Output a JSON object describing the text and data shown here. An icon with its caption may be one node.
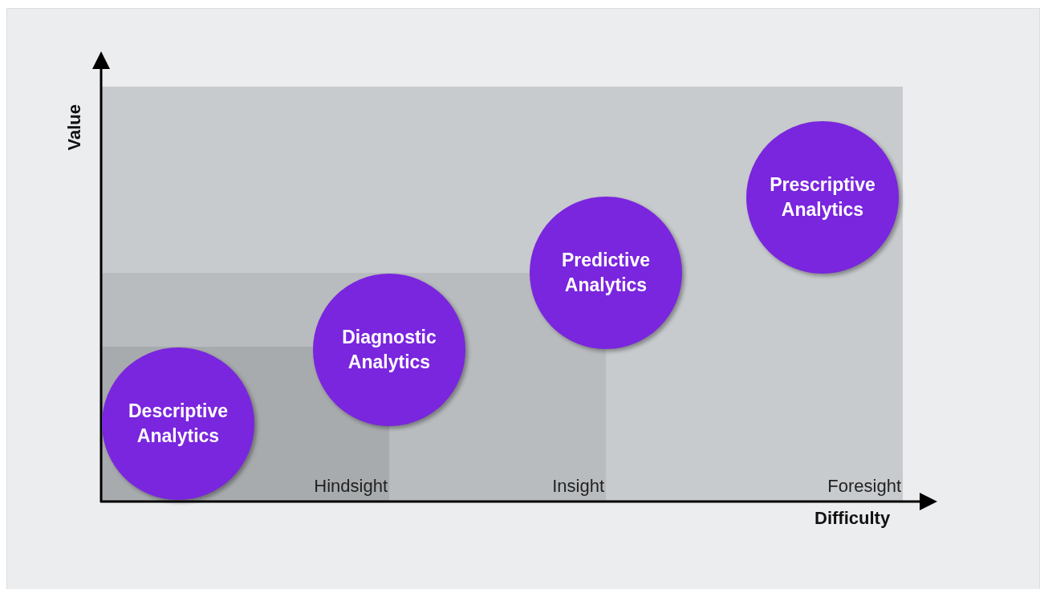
{
  "diagram": {
    "nodes": [
      {
        "text": [
          "Foresight"
        ]
      },
      {
        "text": [
          "Insight"
        ],
        "in": 0
      },
      {
        "text": [
          "Hindsight"
        ],
        "in": 1
      },
      {
        "text": [
          "Descriptive Analytics"
        ],
        "in": 2
      },
      {
        "text": [
          "Diagnostic Analytics"
        ],
        "in": 1
      },
      {
        "text": [
          "Predictive Analytics"
        ],
        "in": 0
      },
      {
        "text": [
          "Prescriptive Analytics"
        ],
        "in": 0
      }
    ],
    "edges": [],
    "labels": [
      "Value",
      "Difficulty"
    ]
  }
}
